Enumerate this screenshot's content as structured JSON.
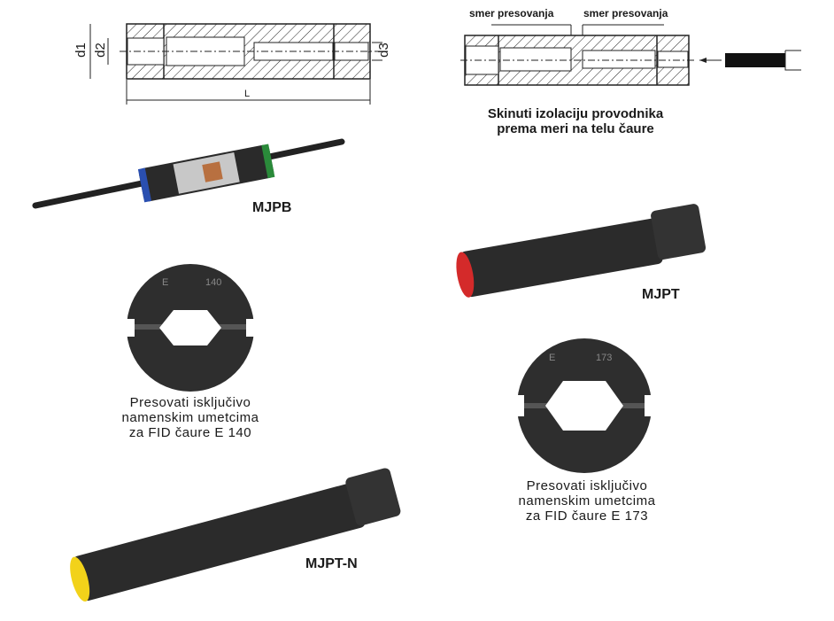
{
  "drawing_left": {
    "d1": "d1",
    "d2": "d2",
    "d3": "d3",
    "length": "L"
  },
  "drawing_right": {
    "direction_left": "smer presovanja",
    "direction_right": "smer presovanja",
    "caption_line1": "Skinuti izolaciju provodnika",
    "caption_line2": "prema meri na telu čaure"
  },
  "products": [
    {
      "name": "MJPB"
    },
    {
      "name": "MJPT"
    },
    {
      "name": "MJPT-N"
    }
  ],
  "dies": [
    {
      "marking": "E",
      "size": "140",
      "caption_line1": "Presovati isključivo",
      "caption_line2": "namenskim umetcima",
      "caption_line3": "za FID čaure E 140"
    },
    {
      "marking": "E",
      "size": "173",
      "caption_line1": "Presovati isključivo",
      "caption_line2": "namenskim umetcima",
      "caption_line3": "za FID čaure E 173"
    }
  ],
  "colors": {
    "mjpt_cap": "#d42a2a",
    "mjptn_cap": "#f2d21a",
    "mjpb_ring_left": "#2a4fb0",
    "mjpb_ring_right": "#2a8a3a"
  }
}
